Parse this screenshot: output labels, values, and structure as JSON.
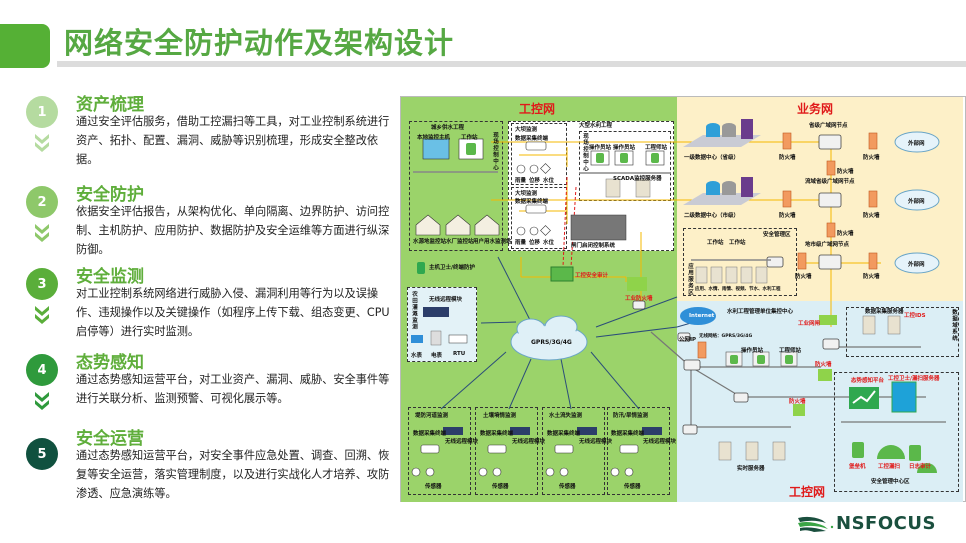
{
  "header": {
    "title": "网络安全防护动作及架构设计"
  },
  "steps": [
    {
      "number": "1",
      "title": "资产梳理",
      "color": "#b5dba0",
      "chevron_color": "#b5dba0",
      "text": "通过安全评估服务，借助工控漏扫等工具，对工业控制系统进行资产、拓扑、配置、漏洞、威胁等识别梳理，形成安全整改依据。"
    },
    {
      "number": "2",
      "title": "安全防护",
      "color": "#8ec86a",
      "chevron_color": "#8ec86a",
      "text": "依据安全评估报告，从架构优化、单向隔离、边界防护、访问控制、主机防护、应用防护、数据防护及安全运维等方面进行纵深防御。"
    },
    {
      "number": "3",
      "title": "安全监测",
      "color": "#5aae3a",
      "chevron_color": "#5aae3a",
      "text": "对工业控制系统网络进行威胁入侵、漏洞利用等行为以及误操作、违规操作以及关键操作（如程序上传下载、组态变更、CPU启停等）进行实时监测。"
    },
    {
      "number": "4",
      "title": "态势感知",
      "color": "#2f9a3c",
      "chevron_color": "#2f9a3c",
      "text": "通过态势感知运营平台，对工业资产、漏洞、威胁、安全事件等进行关联分析、监测预警、可视化展示等。"
    },
    {
      "number": "5",
      "title": "安全运营",
      "color": "#10513f",
      "chevron_color": "",
      "text": "通过态势感知运营平台，对安全事件应急处置、调查、回溯、恢复等安全运营，落实管理制度，以及进行实战化人才培养、攻防渗透、应急演练等。"
    }
  ],
  "diagram": {
    "zones": {
      "ics_top": "工控网",
      "business": "业务网",
      "ics_bottom": "工控网"
    },
    "ics": {
      "urban_water": {
        "title": "城乡供水工程",
        "center": "现场控制中心",
        "host": "本地监控主机",
        "workstation": "工作站",
        "sites": [
          "水源地监控站",
          "水厂监控站",
          "用户用水监测站"
        ]
      },
      "dam1": {
        "title": "大坝监测",
        "terminal": "数据采集终端",
        "sensors": [
          "雨量",
          "位移",
          "水位"
        ]
      },
      "dam2": {
        "title": "大坝监测",
        "terminal": "数据采集终端",
        "sensors": [
          "雨量",
          "位移",
          "水位"
        ]
      },
      "big_project": {
        "title": "大型水利工程",
        "center": "现场控制中心",
        "stations": [
          "操作员站",
          "操作员站",
          "工程师站"
        ],
        "scada": "SCADA监控服务器",
        "gate": "闸门启闭控制系统"
      },
      "host_guard": "主机卫士/终端防护",
      "audit": "工控安全审计",
      "firewall": "工业防火墙",
      "farm": {
        "title": "农田灌溉监测",
        "module": "无线远程模块",
        "devices": [
          "水表",
          "电表",
          "RTU"
        ]
      },
      "cloud": "GPRS/3G/4G",
      "monitors": [
        {
          "title": "堤防河道监测",
          "collector": "数据采集终端",
          "module": "无线远程模块",
          "sensor": "传感器"
        },
        {
          "title": "土壤墒情监测",
          "collector": "数据采集终端",
          "module": "无线远程模块",
          "sensor": "传感器"
        },
        {
          "title": "水土流失监测",
          "collector": "数据采集终端",
          "module": "无线远程模块",
          "sensor": "传感器"
        },
        {
          "title": "防汛/旱情监测",
          "collector": "数据采集终端",
          "module": "无线远程模块",
          "sensor": "传感器"
        }
      ]
    },
    "business": {
      "dc1": "一级数据中心（省级）",
      "dc2": "二级数据中心（市级）",
      "node_province": "省级广域网节点",
      "node_basin": "流域省级广域网节点",
      "node_city": "地市级广域网节点",
      "firewall": "防火墙",
      "external": "外部网",
      "mgmt_zone": "安全管理区",
      "workstations": [
        "工作站",
        "工作站"
      ],
      "app_zone": "应用服务区",
      "servers": "应用、水情、雨情、视频、节水、水利工程"
    },
    "control_center": {
      "title": "水利工程管理单位集控中心",
      "internet": "Internet",
      "public_ip": "公网IP",
      "wireless": "无线网络：GPRS/3G/4G",
      "gateway": "工业网闸",
      "operator": "操作员站",
      "engineer": "工程师站",
      "firewall": "防火墙",
      "data_zone": "数据域系统",
      "data_server": "数据采集服务器",
      "ids": "工控IDS",
      "sec_center": "安全管理中心区",
      "situation": "态势感知平台",
      "ics_vuln": "工控卫士/漏扫服务器",
      "bastion": "堡垒机",
      "ics_vuln_scan": "工控漏扫",
      "log_audit": "日志审计",
      "real_time": "实时服务器"
    }
  },
  "footer": {
    "brand": "NSFOCUS"
  }
}
